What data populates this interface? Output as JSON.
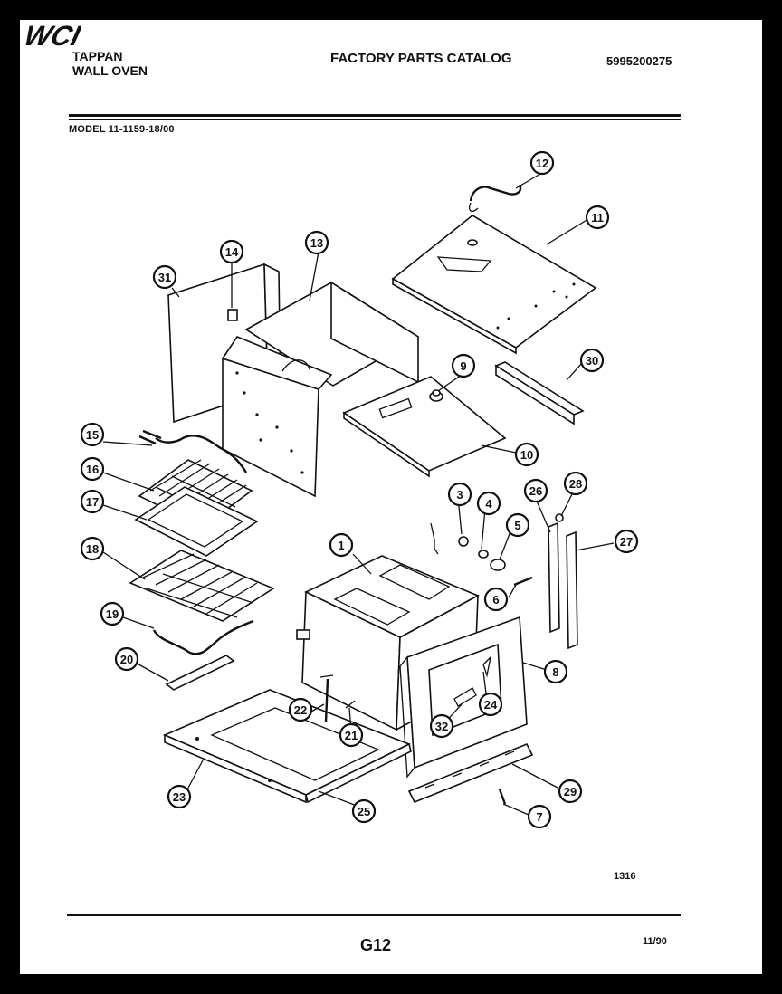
{
  "header": {
    "brand_line1": "TAPPAN",
    "brand_line2": "WALL OVEN",
    "logo": "WCI",
    "catalog_title": "FACTORY PARTS CATALOG",
    "part_number": "5995200275",
    "model": "MODEL 11-1159-18/00"
  },
  "footer": {
    "diagram_id": "1316",
    "page_code": "G12",
    "date": "11/90"
  },
  "callouts": [
    "1",
    "3",
    "4",
    "5",
    "6",
    "7",
    "8",
    "9",
    "10",
    "11",
    "12",
    "13",
    "14",
    "15",
    "16",
    "17",
    "18",
    "19",
    "20",
    "21",
    "22",
    "23",
    "24",
    "25",
    "26",
    "27",
    "28",
    "29",
    "30",
    "31",
    "32"
  ]
}
